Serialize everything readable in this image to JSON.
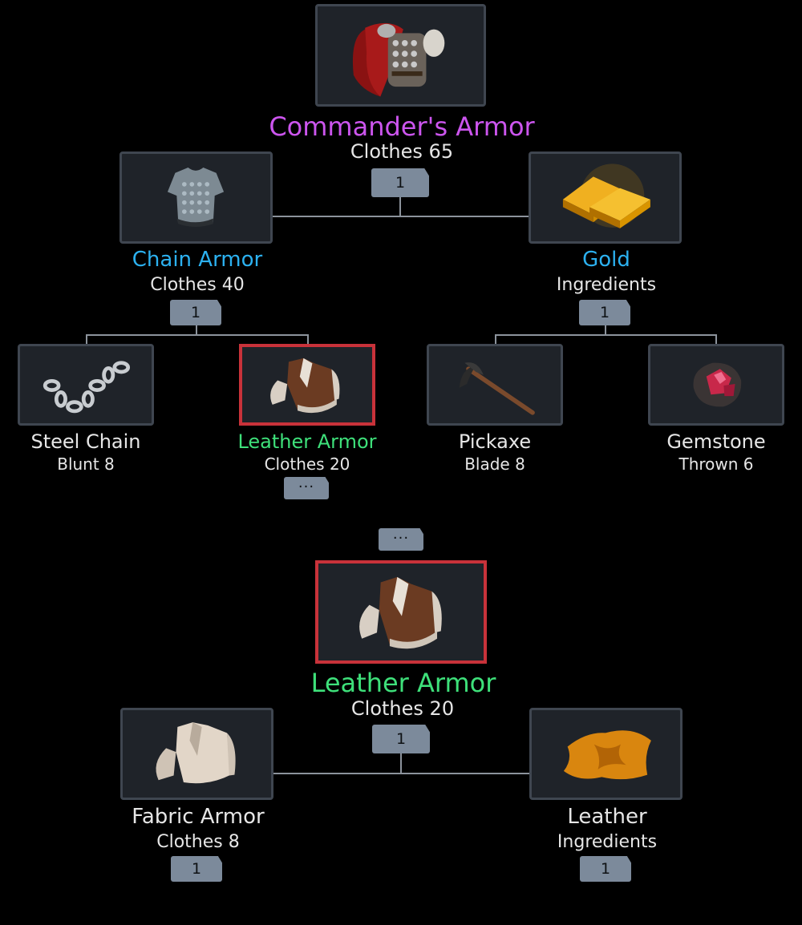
{
  "top": {
    "root": {
      "name": "Commander's Armor",
      "sub": "Clothes 65",
      "count": "1",
      "icon": "commanders-armor-icon"
    },
    "left": {
      "name": "Chain Armor",
      "sub": "Clothes 40",
      "count": "1",
      "icon": "chain-armor-icon"
    },
    "right": {
      "name": "Gold",
      "sub": "Ingredients",
      "count": "1",
      "icon": "gold-icon"
    },
    "leaves": [
      {
        "name": "Steel Chain",
        "sub": "Blunt 8",
        "icon": "steel-chain-icon"
      },
      {
        "name": "Leather Armor",
        "sub": "Clothes 20",
        "more": "···",
        "icon": "leather-armor-icon"
      },
      {
        "name": "Pickaxe",
        "sub": "Blade 8",
        "icon": "pickaxe-icon"
      },
      {
        "name": "Gemstone",
        "sub": "Thrown 6",
        "icon": "gemstone-icon"
      }
    ]
  },
  "ellipsis": "···",
  "bottom": {
    "root": {
      "name": "Leather Armor",
      "sub": "Clothes 20",
      "count": "1",
      "icon": "leather-armor-icon"
    },
    "left": {
      "name": "Fabric Armor",
      "sub": "Clothes 8",
      "count": "1",
      "icon": "fabric-armor-icon"
    },
    "right": {
      "name": "Leather",
      "sub": "Ingredients",
      "count": "1",
      "icon": "leather-icon"
    }
  },
  "colors": {
    "legendary": "#cc55ee",
    "rare": "#2cb1f0",
    "uncommon": "#3ee07a",
    "common": "#e6e6e6",
    "selected_border": "#c8323a"
  }
}
